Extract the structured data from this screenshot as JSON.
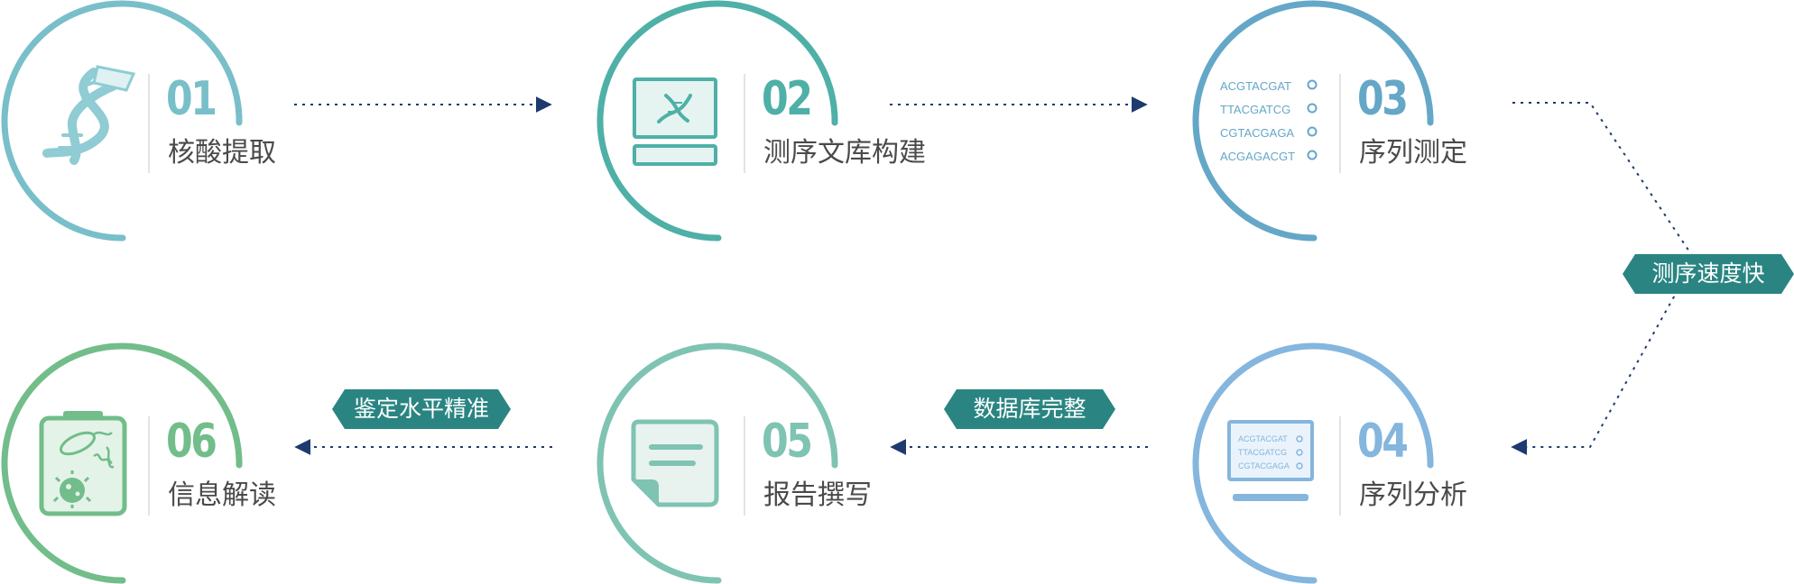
{
  "steps": [
    {
      "num": "01",
      "title": "核酸提取",
      "color": "#78bfc9"
    },
    {
      "num": "02",
      "title": "测序文库构建",
      "color": "#4eb0a7"
    },
    {
      "num": "03",
      "title": "序列测定",
      "color": "#64a7c7"
    },
    {
      "num": "04",
      "title": "序列分析",
      "color": "#84b6de"
    },
    {
      "num": "05",
      "title": "报告撰写",
      "color": "#7fc3b3"
    },
    {
      "num": "06",
      "title": "信息解读",
      "color": "#72bd8a"
    }
  ],
  "seq03": [
    "ACGTACGAT",
    "TTACGATCG",
    "CGTACGAGA",
    "ACGAGACGT"
  ],
  "seq04": [
    "ACGTACGAT",
    "TTACGATCG",
    "CGTACGAGA"
  ],
  "tags": {
    "speed": "测序速度快",
    "database": "数据库完整",
    "accuracy": "鉴定水平精准"
  },
  "colors": {
    "tag": "#2a8582",
    "arrow": "#1e3a6e",
    "doc_bg": "#e8f3ef"
  }
}
